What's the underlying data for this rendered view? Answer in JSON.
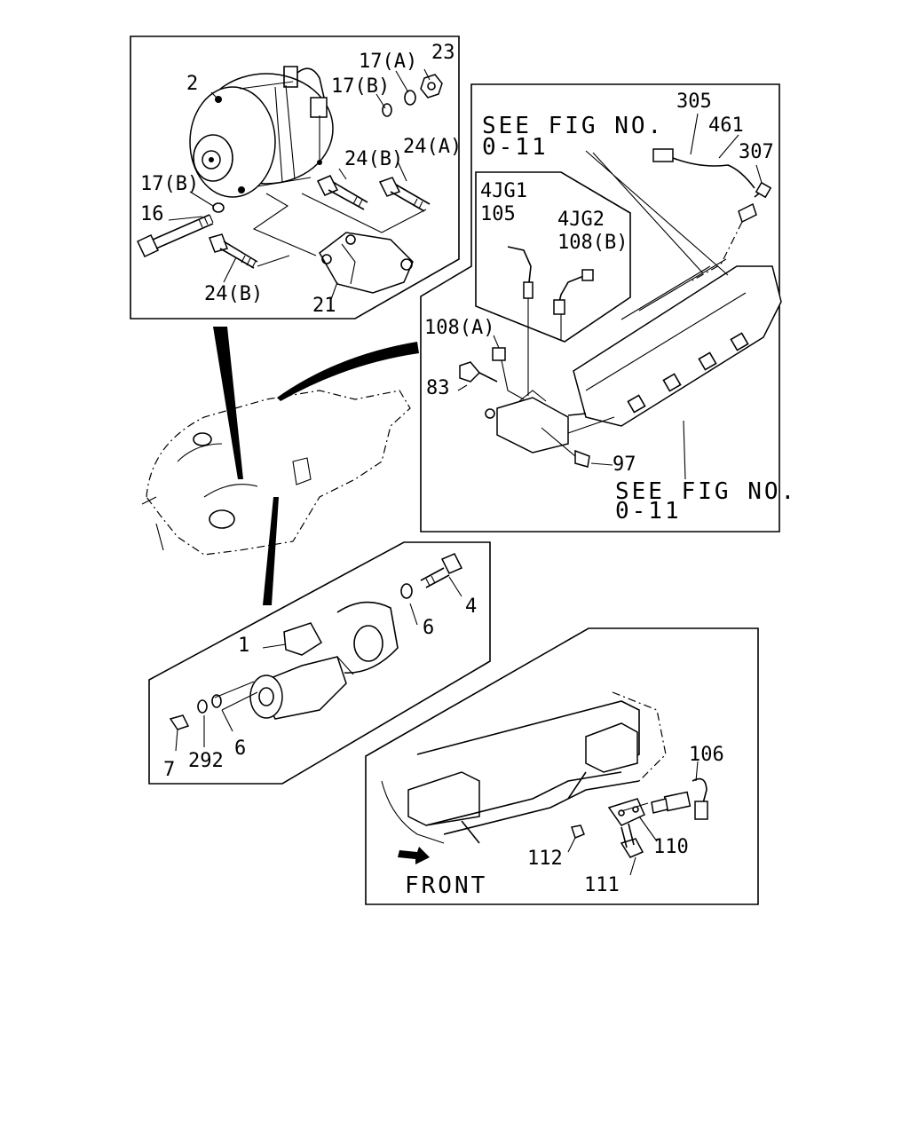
{
  "callouts": {
    "alternator": {
      "c2": "2",
      "c17a": "17(A)",
      "c23": "23",
      "c17b_top": "17(B)",
      "c24b_top": "24(B)",
      "c24a": "24(A)",
      "c17b_left": "17(B)",
      "c16": "16",
      "c24b_bottom": "24(B)",
      "c21": "21"
    },
    "sensors": {
      "see_fig_top": "SEE FIG NO.",
      "see_fig_top_num": "0-11",
      "c305": "305",
      "c461": "461",
      "c307": "307",
      "jg1": "4JG1",
      "c105": "105",
      "jg2": "4JG2",
      "c108b": "108(B)",
      "c108a": "108(A)",
      "c83": "83",
      "c97": "97",
      "see_fig_bottom": "SEE FIG NO.",
      "see_fig_bottom_num": "0-11"
    },
    "starter": {
      "c1": "1",
      "c4": "4",
      "c6_top": "6",
      "c7": "7",
      "c292": "292",
      "c6_bottom": "6"
    },
    "frame": {
      "c106": "106",
      "c112": "112",
      "c110": "110",
      "c111": "111",
      "front": "FRONT"
    }
  }
}
